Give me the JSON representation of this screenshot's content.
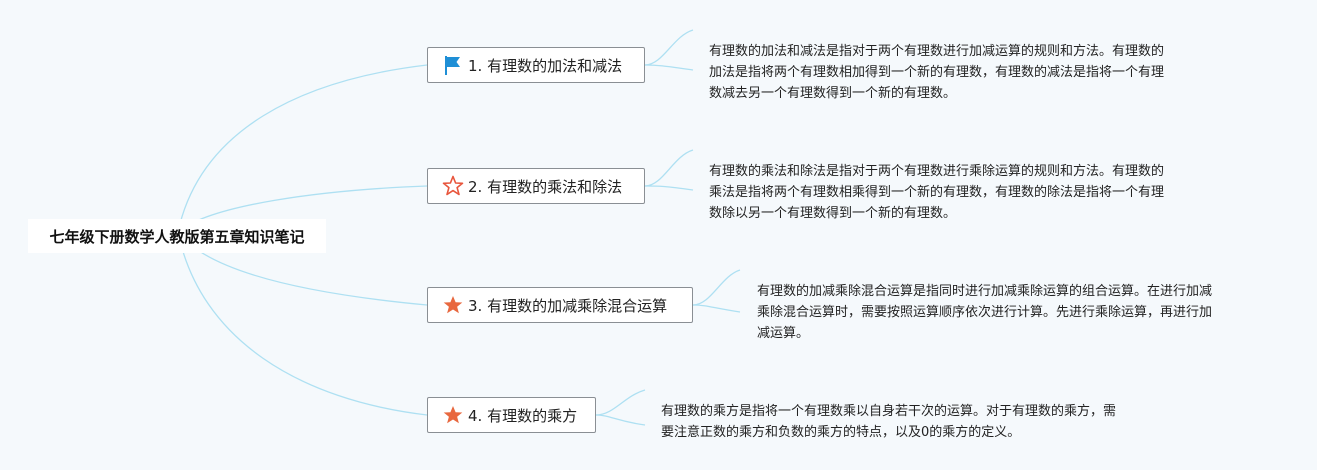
{
  "root": {
    "label": "七年级下册数学人教版第五章知识笔记"
  },
  "branches": [
    {
      "label": "1. 有理数的加法和减法",
      "icon": "flag-icon",
      "note_lines": [
        "有理数的加法和减法是指对于两个有理数进行加减运算的规则和方法。有理数的",
        "加法是指将两个有理数相加得到一个新的有理数，有理数的减法是指将一个有理",
        "数减去另一个有理数得到一个新的有理数。"
      ]
    },
    {
      "label": "2. 有理数的乘法和除法",
      "icon": "star-outline-icon",
      "note_lines": [
        "有理数的乘法和除法是指对于两个有理数进行乘除运算的规则和方法。有理数的",
        "乘法是指将两个有理数相乘得到一个新的有理数，有理数的除法是指将一个有理",
        "数除以另一个有理数得到一个新的有理数。"
      ]
    },
    {
      "label": "3. 有理数的加减乘除混合运算",
      "icon": "star-filled-icon",
      "note_lines": [
        "有理数的加减乘除混合运算是指同时进行加减乘除运算的组合运算。在进行加减",
        "乘除混合运算时，需要按照运算顺序依次进行计算。先进行乘除运算，再进行加",
        "减运算。"
      ]
    },
    {
      "label": "4. 有理数的乘方",
      "icon": "star-filled-icon",
      "note_lines": [
        "有理数的乘方是指将一个有理数乘以自身若干次的运算。对于有理数的乘方，需",
        "要注意正数的乘方和负数的乘方的特点，以及0的乘方的定义。"
      ]
    }
  ],
  "colors": {
    "link": "#aee0f2",
    "flag": "#1f8fd6",
    "star_outline": "#e8553c",
    "star_filled": "#e8683f"
  }
}
